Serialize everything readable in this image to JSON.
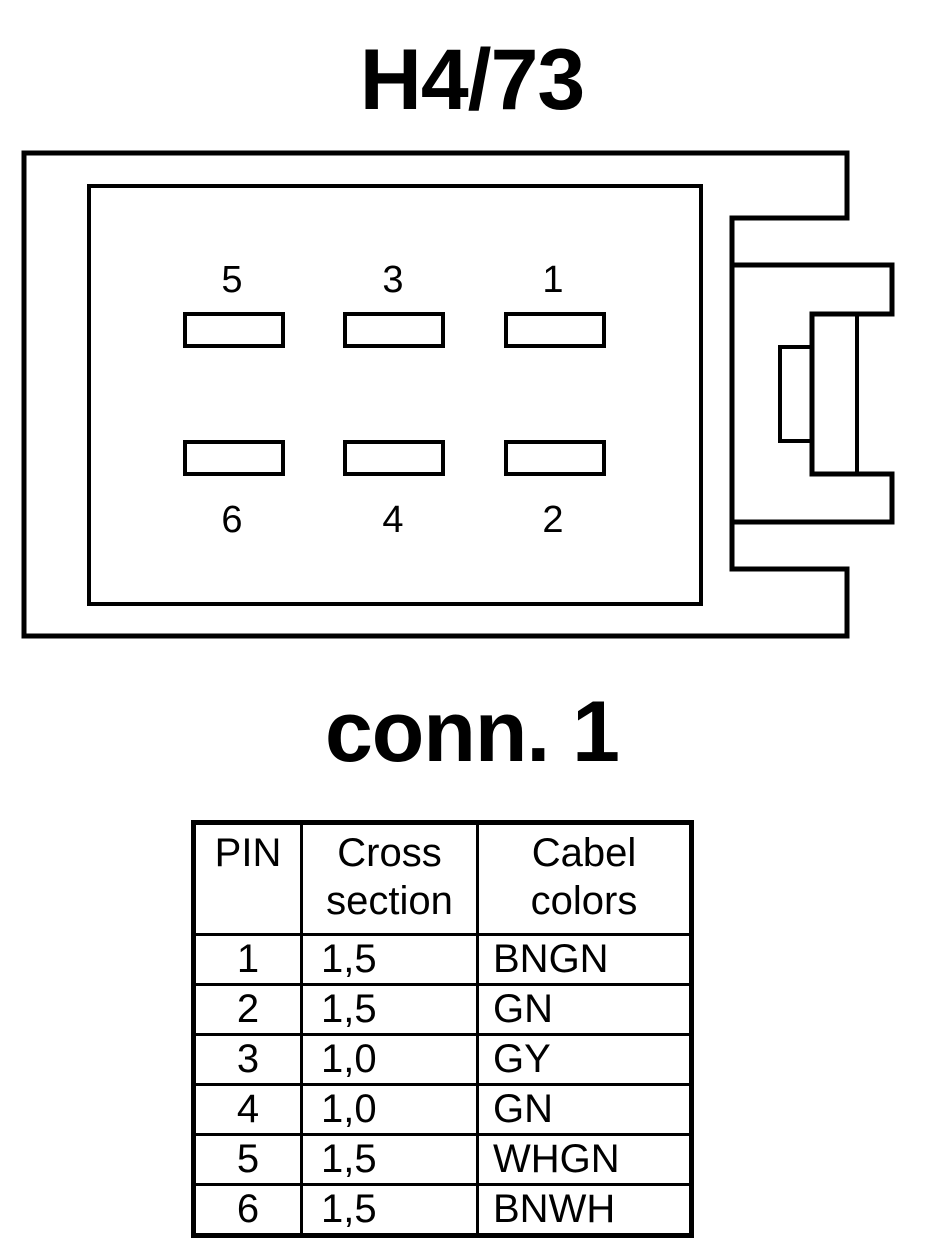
{
  "title": "H4/73",
  "connector_label": "conn. 1",
  "pin_layout": {
    "top_row": [
      "5",
      "3",
      "1"
    ],
    "bottom_row": [
      "6",
      "4",
      "2"
    ]
  },
  "table": {
    "headers": {
      "pin": "PIN",
      "cross_line1": "Cross",
      "cross_line2": "section",
      "colors_line1": "Cabel",
      "colors_line2": "colors"
    },
    "rows": [
      {
        "pin": "1",
        "cross": "1,5",
        "color": "BNGN"
      },
      {
        "pin": "2",
        "cross": "1,5",
        "color": "GN"
      },
      {
        "pin": "3",
        "cross": "1,0",
        "color": "GY"
      },
      {
        "pin": "4",
        "cross": "1,0",
        "color": "GN"
      },
      {
        "pin": "5",
        "cross": "1,5",
        "color": "WHGN"
      },
      {
        "pin": "6",
        "cross": "1,5",
        "color": "BNWH"
      }
    ]
  }
}
